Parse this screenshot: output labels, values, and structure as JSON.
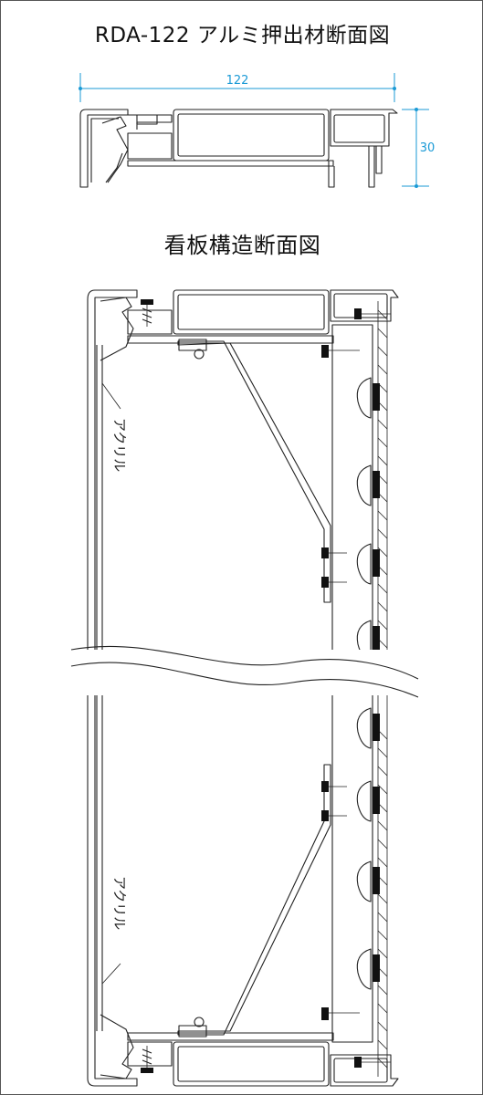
{
  "title_extrusion": "RDA-122 アルミ押出材断面図",
  "title_structure": "看板構造断面図",
  "dimensions": {
    "width_label": "122",
    "height_label": "30"
  },
  "labels": {
    "acrylic_top": "アクリル",
    "acrylic_bottom": "アクリル"
  },
  "colors": {
    "dimension": "#1a9ad6",
    "line": "#222222",
    "led": "#111111"
  },
  "led_module_count": 8
}
